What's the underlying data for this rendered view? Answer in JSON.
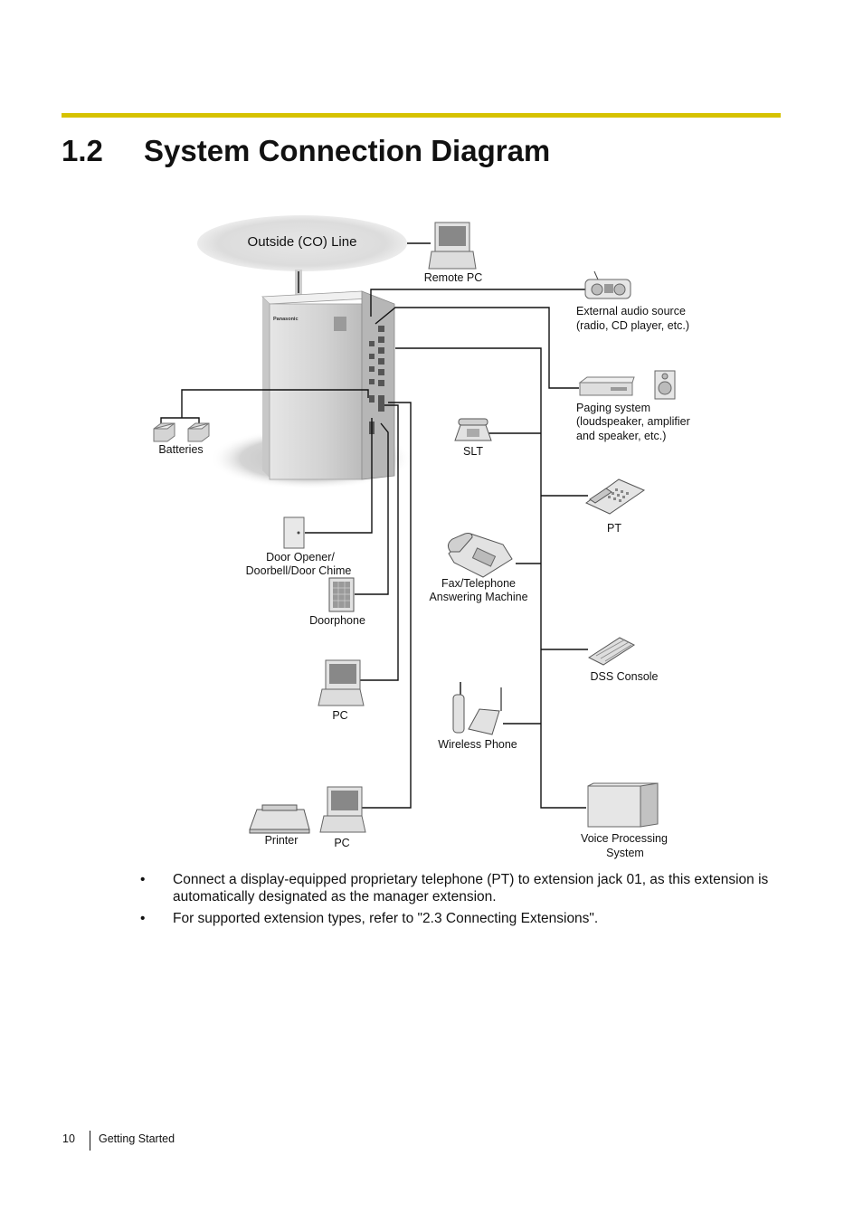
{
  "section": {
    "number": "1.2",
    "title": "System Connection Diagram"
  },
  "diagram": {
    "co_line": "Outside (CO) Line",
    "remote_pc": "Remote PC",
    "audio_source": [
      "External audio source",
      "(radio, CD player, etc.)"
    ],
    "paging_system": [
      "Paging system",
      "(loudspeaker, amplifier",
      "and speaker, etc.)"
    ],
    "batteries": "Batteries",
    "slt": "SLT",
    "pt": "PT",
    "door_opener": [
      "Door Opener/",
      "Doorbell/Door Chime"
    ],
    "fax": [
      "Fax/Telephone",
      "Answering Machine"
    ],
    "doorphone": "Doorphone",
    "dss_console": "DSS Console",
    "pc1": "PC",
    "wireless_phone": "Wireless Phone",
    "printer": "Printer",
    "pc2": "PC",
    "vps": [
      "Voice Processing",
      "System"
    ],
    "brand": "Panasonic"
  },
  "bullets": [
    "Connect a display-equipped proprietary telephone (PT) to extension jack 01, as this extension is automatically designated as the manager extension.",
    "For supported extension types, refer to \"2.3 Connecting Extensions\"."
  ],
  "footer": {
    "page": "10",
    "chapter": "Getting Started"
  },
  "colors": {
    "accent_rule": "#d6c200"
  }
}
